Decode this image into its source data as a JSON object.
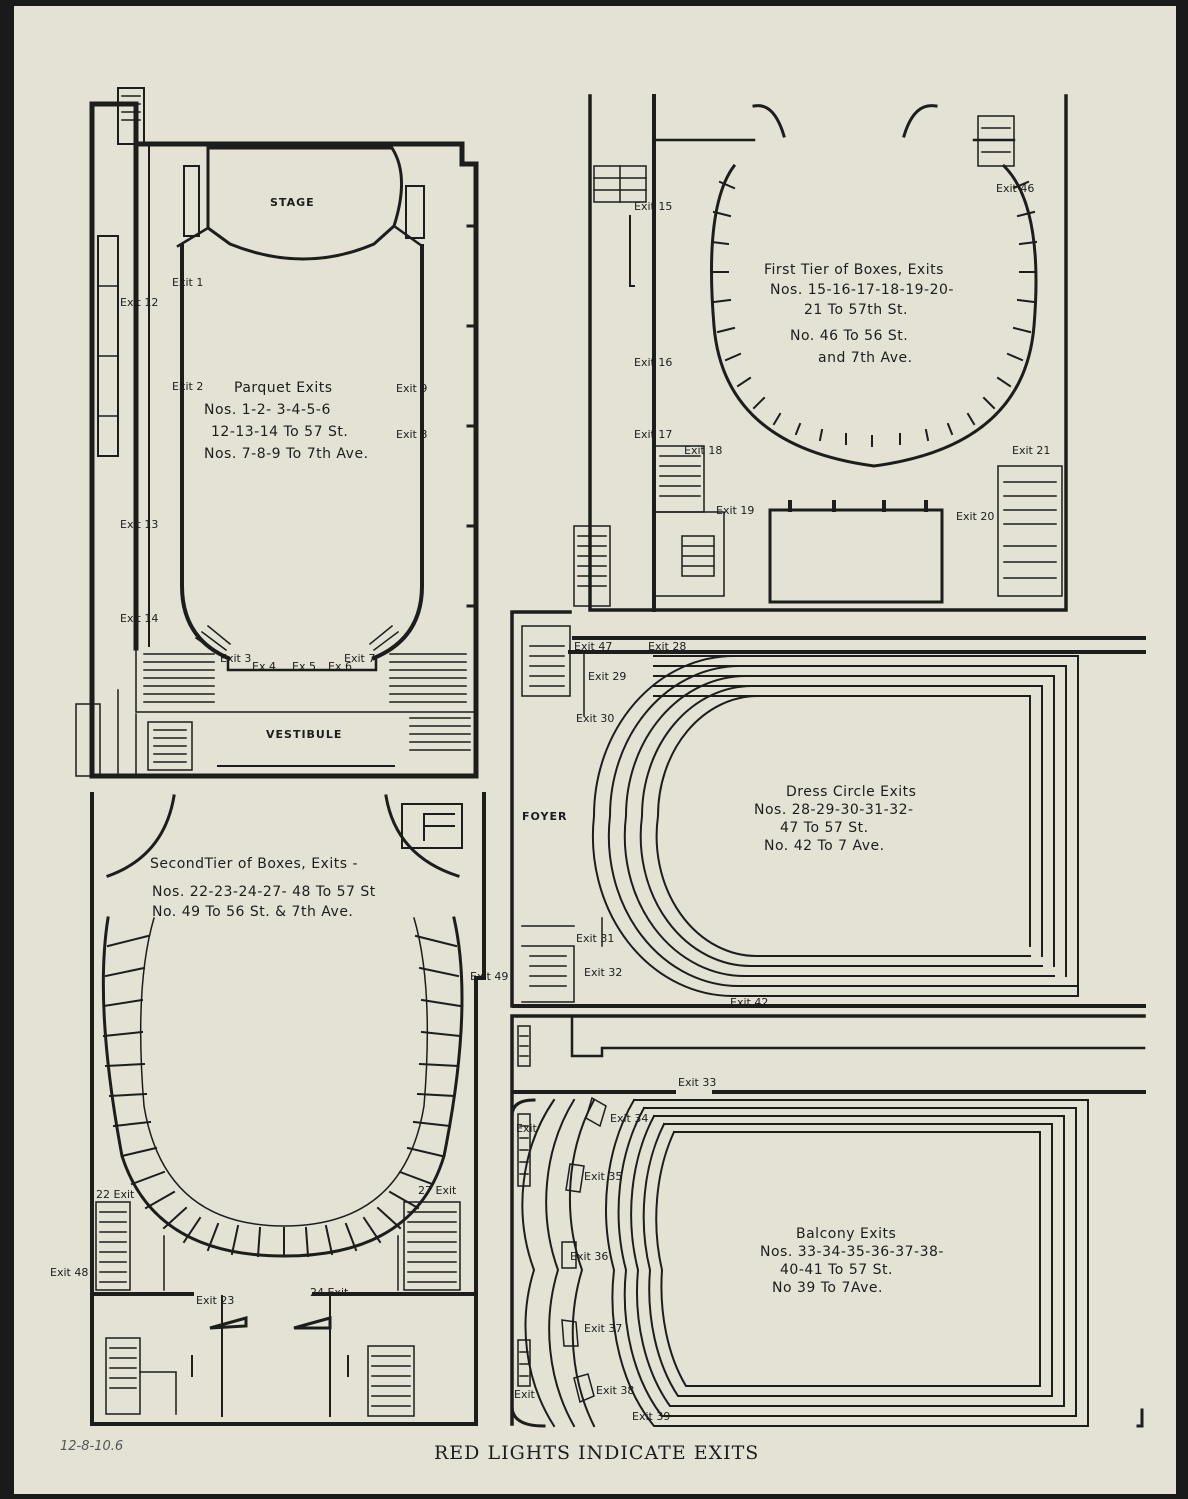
{
  "panels": {
    "parquet": {
      "stage": "STAGE",
      "vestibule": "VESTIBULE",
      "title": [
        "Parquet Exits",
        "Nos. 1-2- 3-4-5-6",
        "12-13-14 To 57 St.",
        "Nos. 7-8-9  To 7th Ave."
      ],
      "exits": [
        "Exit 1",
        "Exit 2",
        "Exit 12",
        "Exit 13",
        "Exit 14",
        "Exit 9",
        "Exit 8",
        "Exit 3",
        "Ex 4",
        "Ex 5",
        "Ex 6",
        "Exit 7"
      ]
    },
    "first_tier": {
      "title": [
        "First Tier of Boxes, Exits",
        "Nos. 15-16-17-18-19-20-",
        "21 To 57th St.",
        "No.  46 To 56 St.",
        "and 7th Ave."
      ],
      "exits": [
        "Exit 15",
        "Exit 16",
        "Exit 17",
        "Exit 18",
        "Exit 19",
        "Exit 20",
        "Exit 21",
        "Exit 46"
      ]
    },
    "dress_circle": {
      "foyer": "FOYER",
      "title": [
        "Dress Circle Exits",
        "Nos. 28-29-30-31-32-",
        "47 To 57 St.",
        "No. 42 To 7 Ave."
      ],
      "exits": [
        "Exit 47",
        "Exit 28",
        "Exit 29",
        "Exit 30",
        "Exit 31",
        "Exit 32",
        "Exit 42"
      ]
    },
    "second_tier": {
      "title": [
        "SecondTier of Boxes, Exits -",
        "Nos. 22-23-24-27- 48 To 57 St",
        "No.  49 To 56 St. & 7th Ave."
      ],
      "exits": [
        "Exit 49",
        "22 Exit",
        "27 Exit",
        "Exit 48",
        "Exit 23",
        "24 Exit"
      ]
    },
    "balcony": {
      "title": [
        "Balcony Exits",
        "Nos. 33-34-35-36-37-38-",
        "40-41 To 57 St.",
        "No 39 To 7Ave."
      ],
      "exits": [
        "Exit 33",
        "Exit",
        "Exit 34",
        "Exit 35",
        "Exit 36",
        "Exit 37",
        "Exit 38",
        "Exit",
        "Exit 39"
      ]
    }
  },
  "footer": "RED LIGHTS INDICATE EXITS",
  "note": "12-8-10.6"
}
